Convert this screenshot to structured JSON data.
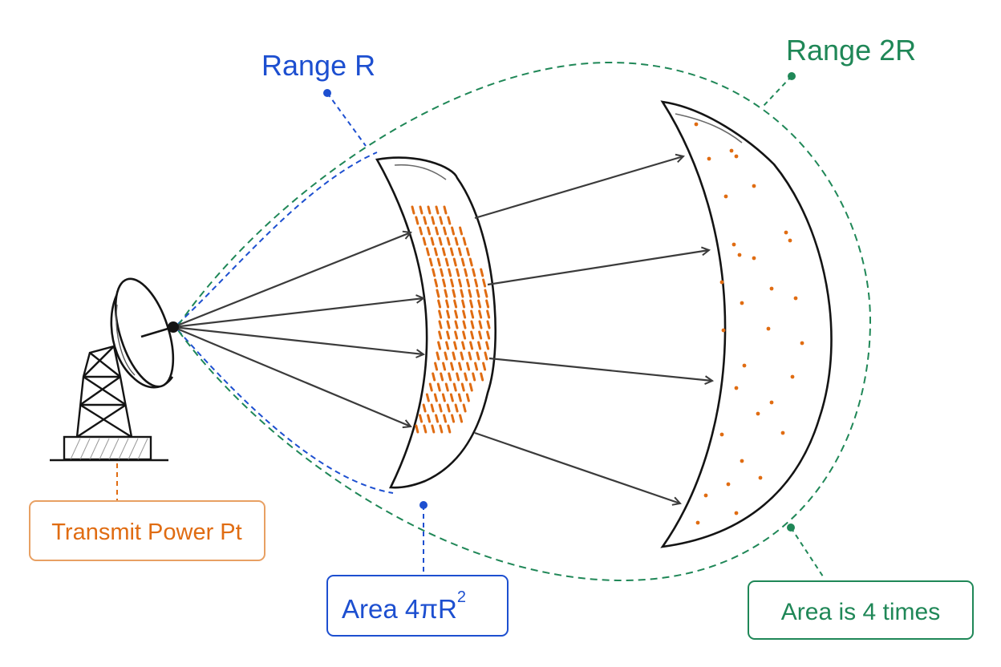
{
  "labels": {
    "range_r": "Range R",
    "range_2r": "Range 2R",
    "transmit_power": "Transmit Power Pt",
    "area_near_base": "Area 4πR",
    "area_near_exp": "2",
    "area_far": "Area is 4 times"
  },
  "colors": {
    "blue": "#1d4fd0",
    "green": "#1f8757",
    "orange": "#e06c12",
    "ink": "#141414"
  },
  "icons": [
    "radar-dish-icon",
    "lattice-tower-icon"
  ]
}
